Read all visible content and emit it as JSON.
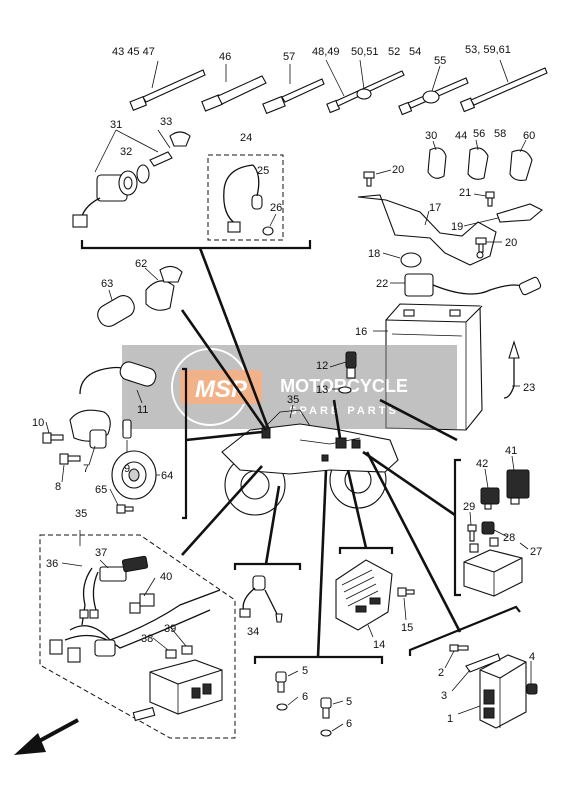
{
  "callouts": {
    "c_43_45_47": "43 45 47",
    "c_46": "46",
    "c_57": "57",
    "c_48_49": "48,49",
    "c_50_51": "50,51",
    "c_52": "52",
    "c_54": "54",
    "c_53_59_61": "53, 59,61",
    "c_55": "55",
    "c_31": "31",
    "c_33": "33",
    "c_32": "32",
    "c_24": "24",
    "c_25": "25",
    "c_26": "26",
    "c_30": "30",
    "c_44": "44",
    "c_56": "56",
    "c_58": "58",
    "c_60": "60",
    "c_20a": "20",
    "c_21": "21",
    "c_17": "17",
    "c_19": "19",
    "c_20b": "20",
    "c_18": "18",
    "c_22": "22",
    "c_62": "62",
    "c_63": "63",
    "c_16": "16",
    "c_12": "12",
    "c_13": "13",
    "c_23": "23",
    "c_35a": "35",
    "c_11": "11",
    "c_10": "10",
    "c_9": "9",
    "c_7": "7",
    "c_8": "8",
    "c_64": "64",
    "c_65": "65",
    "c_41": "41",
    "c_42": "42",
    "c_29": "29",
    "c_28": "28",
    "c_27": "27",
    "c_35b": "35",
    "c_36": "36",
    "c_37": "37",
    "c_40": "40",
    "c_38": "38",
    "c_39": "39",
    "c_34": "34",
    "c_14": "14",
    "c_15": "15",
    "c_5a": "5",
    "c_6a": "6",
    "c_5b": "5",
    "c_6b": "6",
    "c_2": "2",
    "c_3": "3",
    "c_1": "1",
    "c_4": "4"
  },
  "watermark": {
    "logo_text": "MSP",
    "line1": "MOTORCYCLE",
    "line2": "SPARE PARTS"
  },
  "colors": {
    "ink": "#111111",
    "watermark_band": "#9a9a9a",
    "watermark_logo": "#e8742a"
  }
}
